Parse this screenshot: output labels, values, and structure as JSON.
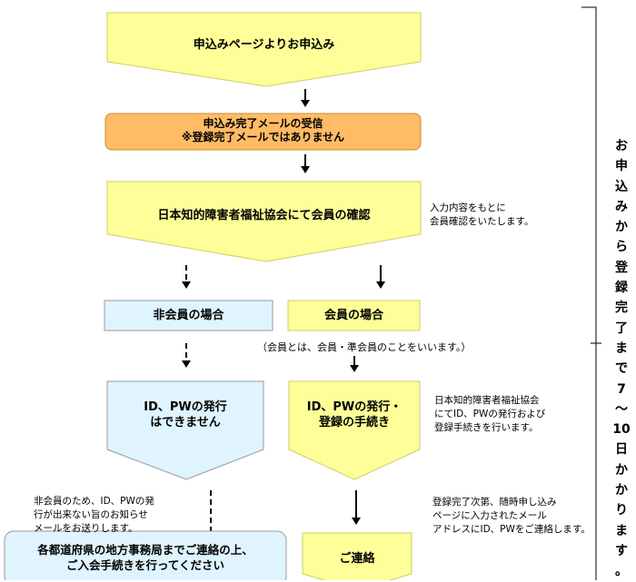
{
  "steps": {
    "apply": "申込みページよりお申込み",
    "receive_title": "申込み完了メールの受信",
    "receive_note": "※登録完了メールではありません",
    "confirm": "日本知的障害者福祉協会にて会員の確認",
    "nonmember": "非会員の場合",
    "member": "会員の場合",
    "no_id_1": "ID、PWの発行",
    "no_id_2": "はできません",
    "issue_1": "ID、PWの発行・",
    "issue_2": "登録の手続き",
    "contact": "ご連絡",
    "regional_1": "各都道府県の地方事務局までご連絡の上、",
    "regional_2": "ご入会手続きを行ってください"
  },
  "notes": {
    "confirm_1": "入力内容をもとに",
    "confirm_2": "会員確認をいたします。",
    "member_def": "（会員とは、会員・準会員のことをいいます。）",
    "issue_1": "日本知的障害者福祉協会",
    "issue_2": "にてID、PWの発行および",
    "issue_3": "登録手続きを行います。",
    "nonmember_1": "非会員のため、ID、PWの発",
    "nonmember_2": "行が出来ない旨のお知らせ",
    "nonmember_3": "メールをお送りします。",
    "contact_1": "登録完了次第、随時申し込み",
    "contact_2": "ページに入力されたメール",
    "contact_3": "アドレスにID、PWをご連絡します。"
  },
  "side_label": [
    "お",
    "申",
    "込",
    "み",
    "か",
    "ら",
    "登",
    "録",
    "完",
    "了",
    "ま",
    "で",
    "7",
    "〜",
    "10",
    "日",
    "か",
    "か",
    "り",
    "ま",
    "す",
    "。"
  ],
  "colors": {
    "yellow": "#ffff99",
    "orange": "#ffbb66",
    "light_blue": "#dff4ff",
    "border": "#999999"
  }
}
